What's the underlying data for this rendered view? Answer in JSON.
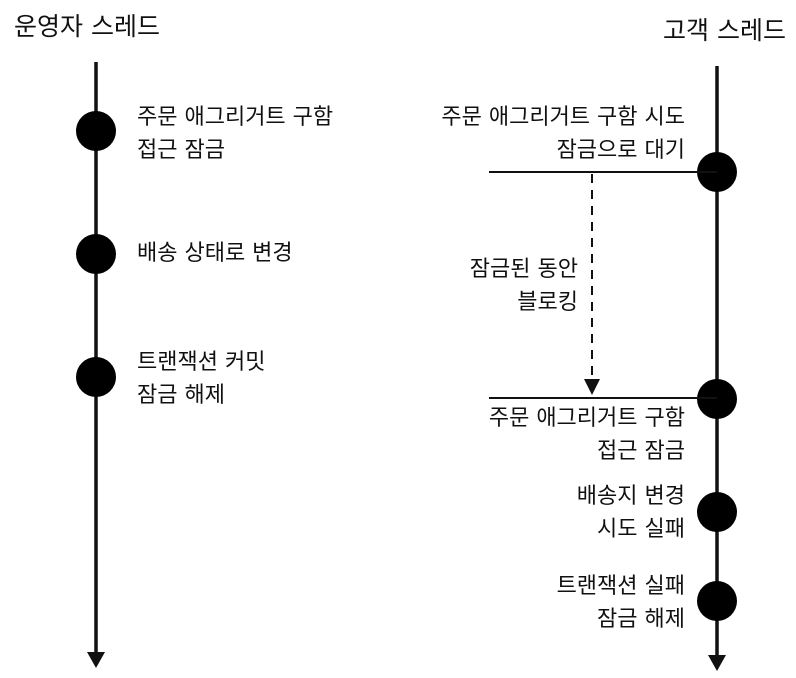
{
  "operator_thread": {
    "title": "운영자 스레드",
    "events": [
      {
        "lines": [
          "주문 애그리거트 구함",
          "접근 잠금"
        ]
      },
      {
        "lines": [
          "배송 상태로 변경"
        ]
      },
      {
        "lines": [
          "트랜잭션 커밋",
          "잠금 해제"
        ]
      }
    ]
  },
  "customer_thread": {
    "title": "고객 스레드",
    "events": [
      {
        "lines": [
          "주문 애그리거트 구함 시도",
          "잠금으로 대기"
        ]
      },
      {
        "lines": [
          "주문 애그리거트 구함",
          "접근 잠금"
        ]
      },
      {
        "lines": [
          "배송지 변경",
          "시도 실패"
        ]
      },
      {
        "lines": [
          "트랜잭션 실패",
          "잠금 해제"
        ]
      }
    ]
  },
  "blocking": {
    "lines": [
      "잠금된 동안",
      "블로킹"
    ]
  },
  "colors": {
    "line": "#111111",
    "dot": "#000000",
    "background": "#ffffff"
  }
}
